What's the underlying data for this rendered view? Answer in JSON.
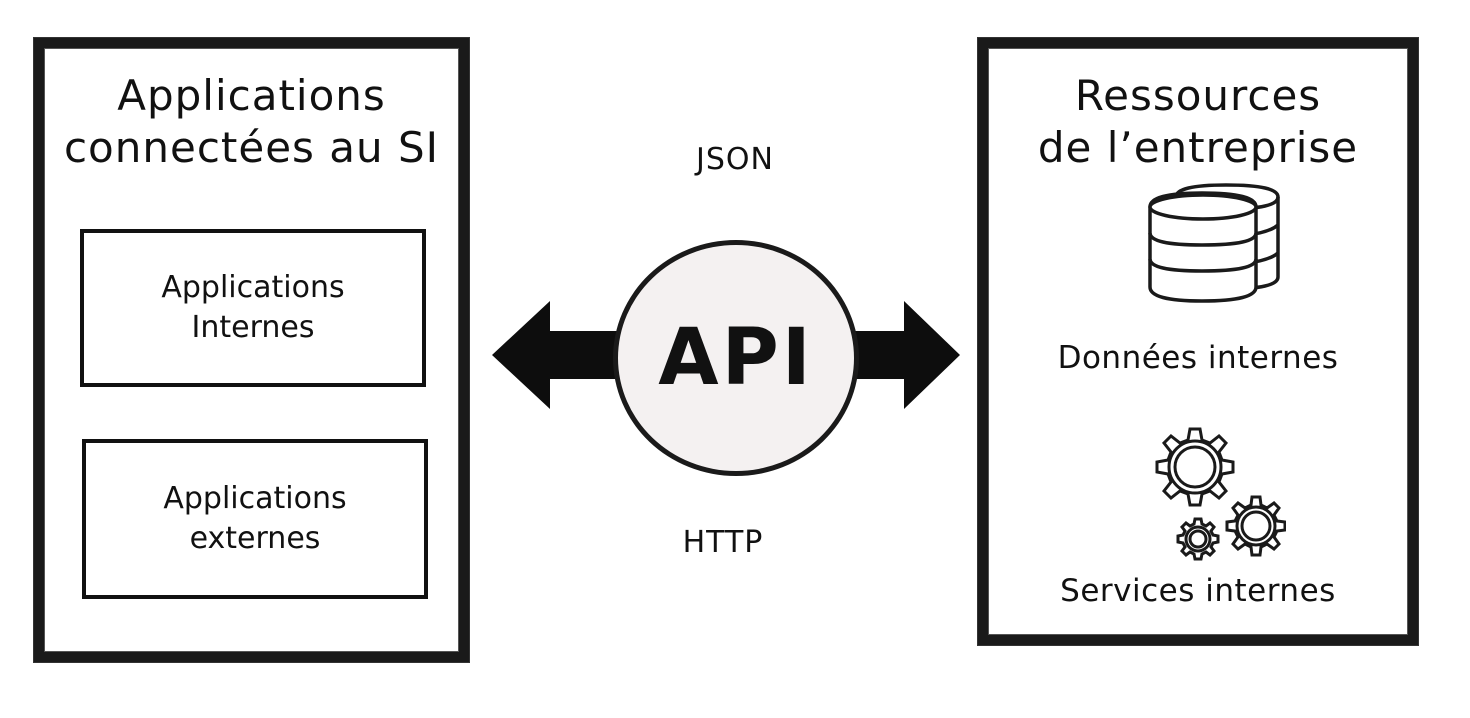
{
  "left_panel": {
    "title_line1": "Applications",
    "title_line2": "connectées au SI",
    "boxes": [
      {
        "line1": "Applications",
        "line2": "Internes"
      },
      {
        "line1": "Applications",
        "line2": "externes"
      }
    ]
  },
  "center": {
    "top_label": "JSON",
    "api_label": "API",
    "bottom_label": "HTTP"
  },
  "right_panel": {
    "title_line1": "Ressources",
    "title_line2": "de l’entreprise",
    "data_label": "Données internes",
    "services_label": "Services internes"
  },
  "icons": {
    "database": "database-icon",
    "gears": "gears-icon"
  },
  "colors": {
    "ink": "#111111",
    "api_fill": "#f4f1f1",
    "background": "#ffffff"
  }
}
